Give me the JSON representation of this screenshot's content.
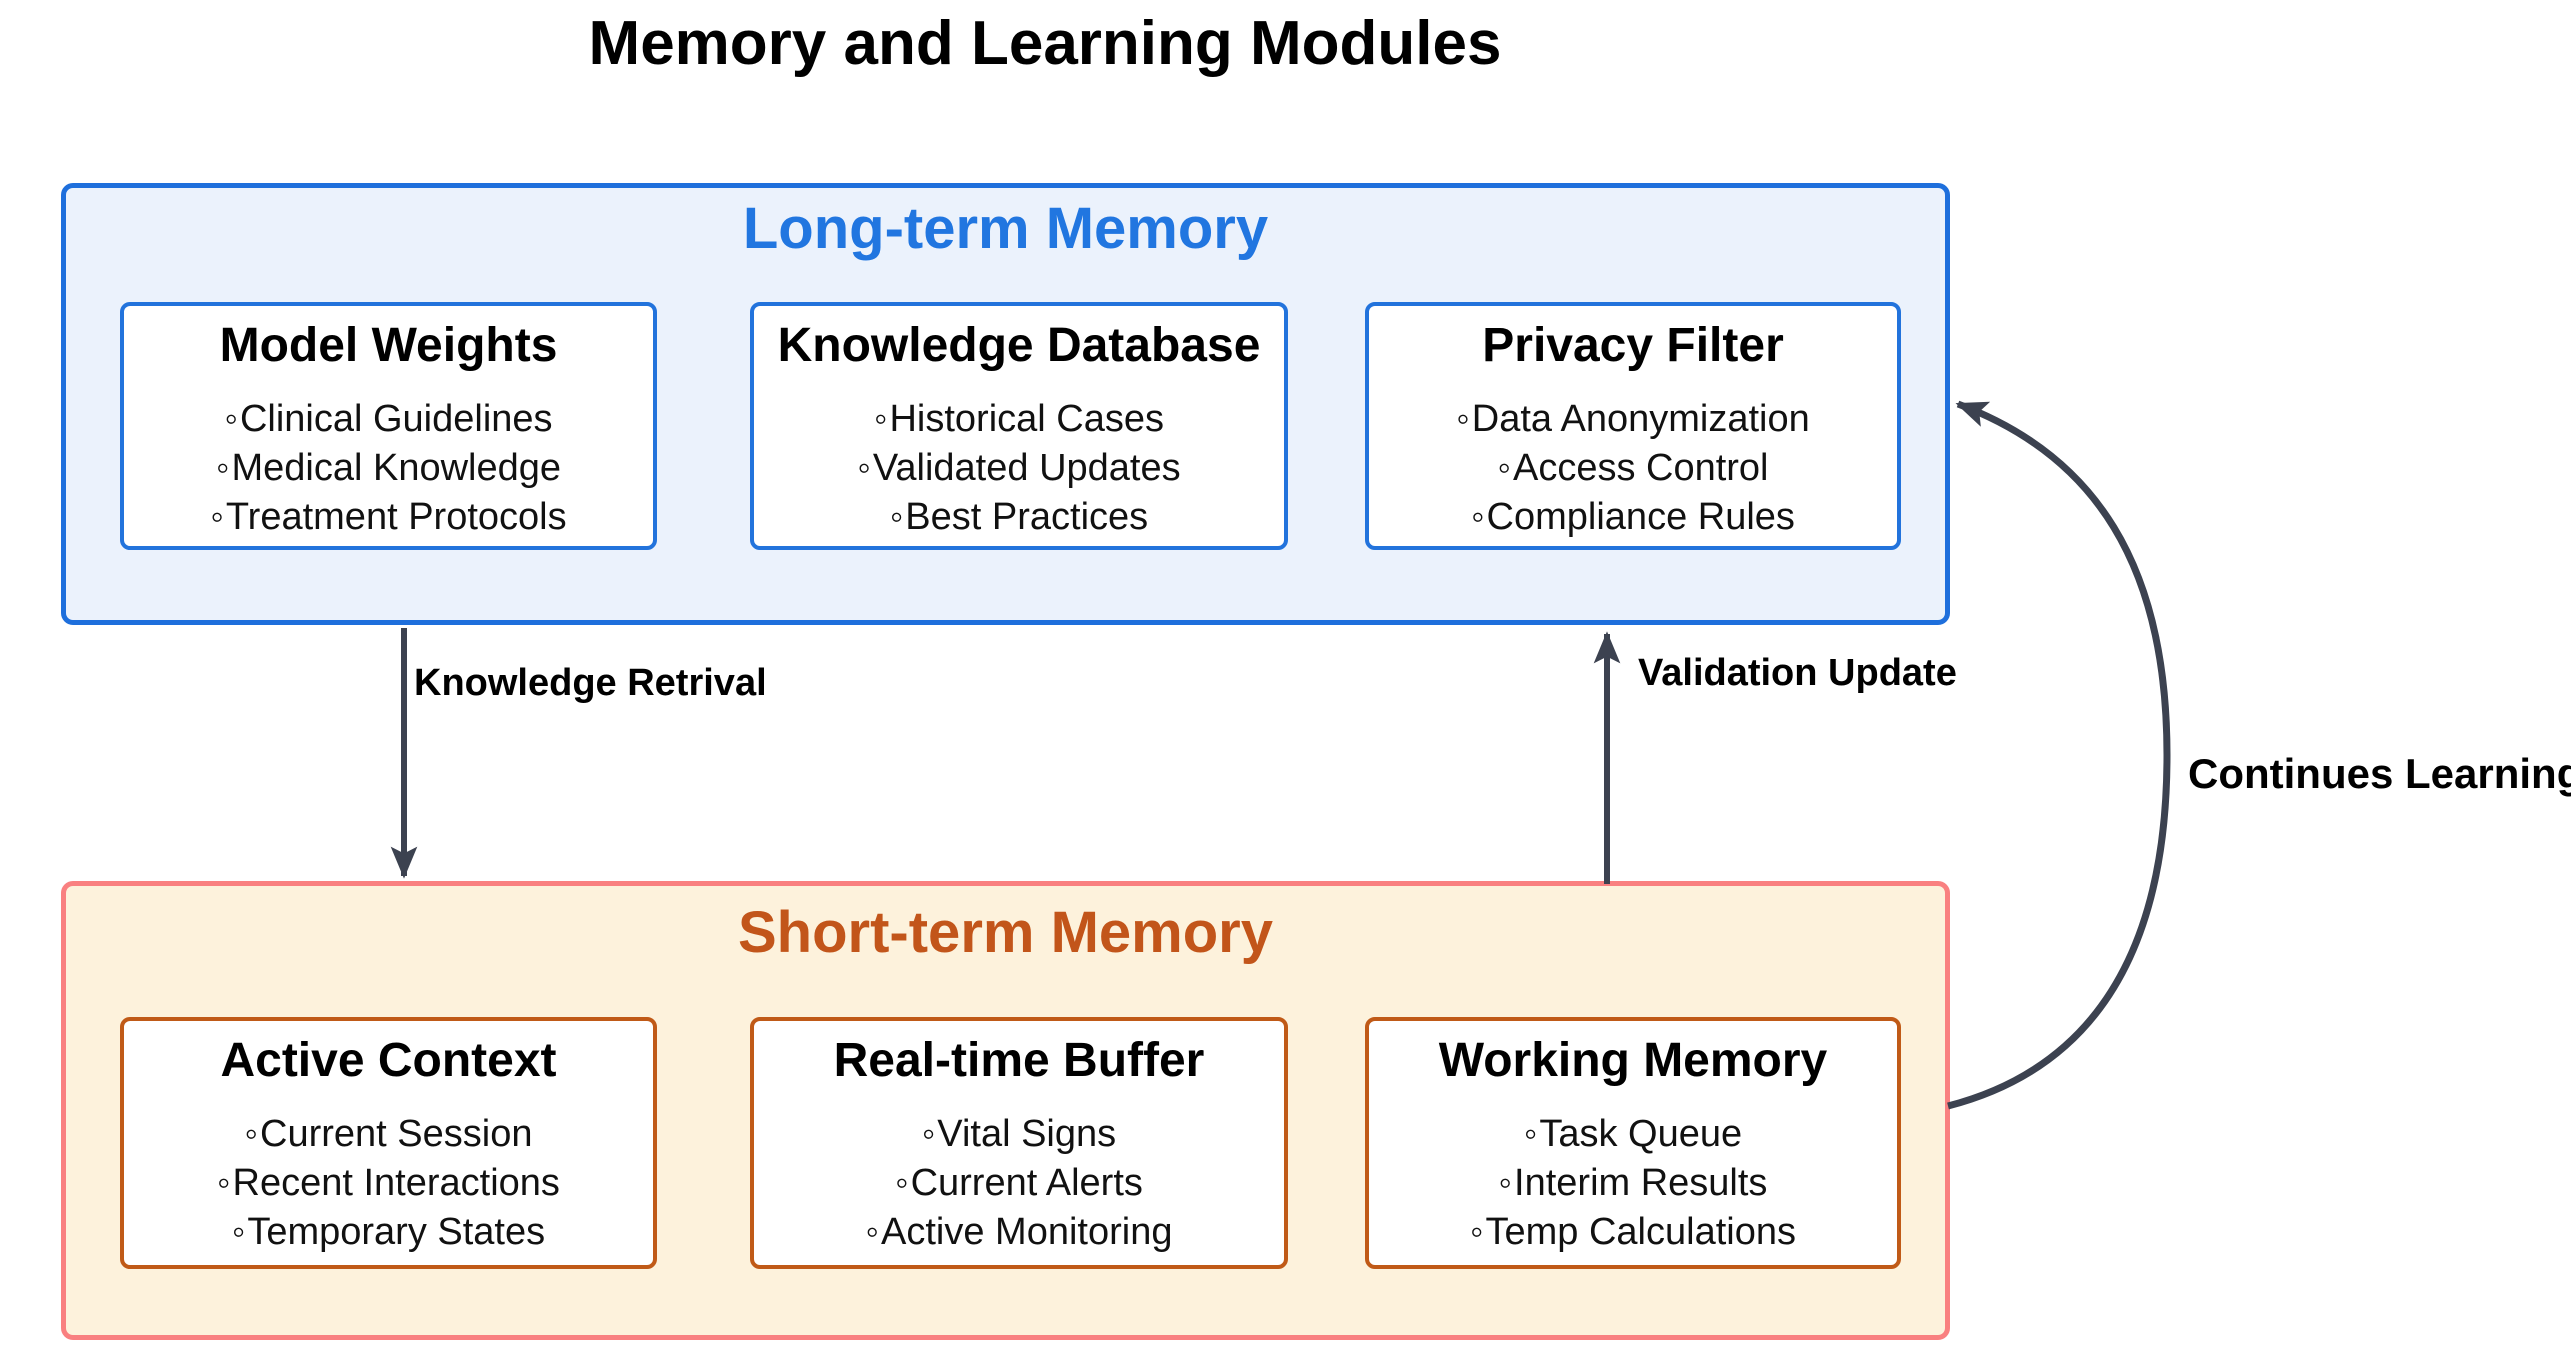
{
  "title": "Memory and Learning Modules",
  "bullet_char": "◦",
  "long_term": {
    "heading": "Long-term Memory",
    "cards": [
      {
        "title": "Model Weights",
        "items": [
          "Clinical Guidelines",
          "Medical Knowledge",
          "Treatment Protocols"
        ]
      },
      {
        "title": "Knowledge Database",
        "items": [
          "Historical Cases",
          "Validated Updates",
          "Best Practices"
        ]
      },
      {
        "title": "Privacy Filter",
        "items": [
          "Data Anonymization",
          "Access Control",
          "Compliance Rules"
        ]
      }
    ]
  },
  "short_term": {
    "heading": "Short-term Memory",
    "cards": [
      {
        "title": "Active Context",
        "items": [
          "Current Session",
          "Recent Interactions",
          "Temporary States"
        ]
      },
      {
        "title": "Real-time Buffer",
        "items": [
          "Vital Signs",
          "Current Alerts",
          "Active Monitoring"
        ]
      },
      {
        "title": "Working Memory",
        "items": [
          "Task Queue",
          "Interim Results",
          "Temp Calculations"
        ]
      }
    ]
  },
  "edges": {
    "knowledge_retrieval_label": "Knowledge Retrival",
    "validation_update_label": "Validation Update",
    "continues_learning_label": "Continues Learning"
  },
  "colors": {
    "long_term_fill": "#EBF2FC",
    "long_term_border": "#1E6FDC",
    "long_term_heading": "#2176E0",
    "card_blue_border": "#2273DC",
    "short_term_fill": "#FDF2DC",
    "short_term_border": "#F98080",
    "short_term_heading": "#C2551A",
    "card_orange_border": "#C05A17",
    "arrow": "#3C4250",
    "text": "#000000"
  }
}
